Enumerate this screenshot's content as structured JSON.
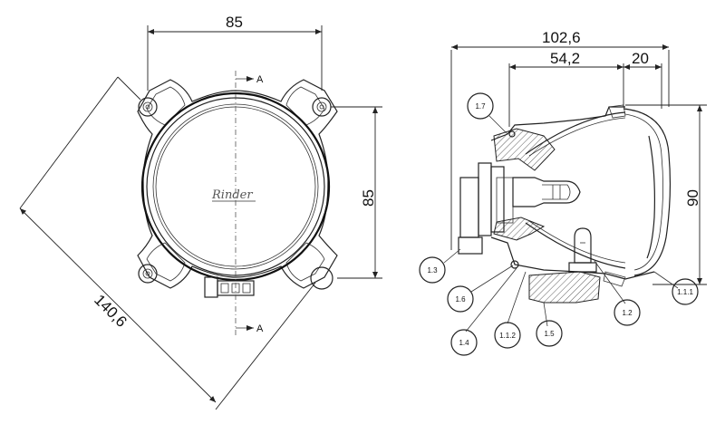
{
  "front_view": {
    "dim_width": "85",
    "dim_height": "85",
    "dim_diagonal": "140,6",
    "section_label_top": "A",
    "section_label_bottom": "A",
    "logo": "Rinder"
  },
  "side_view": {
    "dim_overall": "102,6",
    "dim_mid": "54,2",
    "dim_lens": "20",
    "dim_height": "90",
    "callouts": [
      "1.7",
      "1.3",
      "1.6",
      "1.4",
      "1.1.2",
      "1.5",
      "1.2",
      "1.1.1"
    ]
  }
}
